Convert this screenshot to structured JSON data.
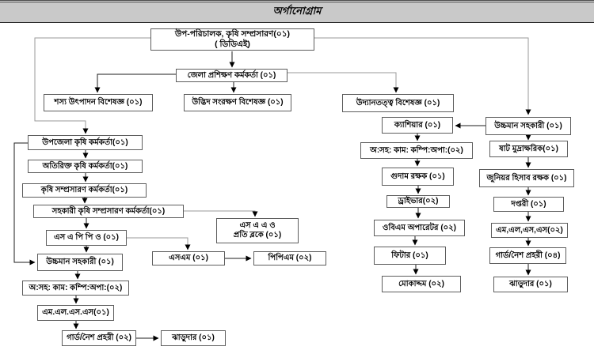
{
  "title": "অর্গানোগ্রাম",
  "colors": {
    "title_bar_bg": "#c9c9c9",
    "box_border": "#5d5d5d",
    "connector_dark": "#1c1c1c",
    "connector_gray": "#9a9a9a",
    "arrowhead": "#000000"
  },
  "nodes": {
    "dd": {
      "line1": "উপ-পরিচালক, কৃষি সম্প্রসারণ(০১)",
      "line2": "( ডিডিএই)"
    },
    "dto": {
      "label": "জেলা প্রশিক্ষণ কর্মকর্তা (০১)"
    },
    "crop_specialist": {
      "label": "শস্য উৎপাদন বিশেষজ্ঞ (০১)"
    },
    "plant_protection_specialist": {
      "label": "উদ্ভিদ সংরক্ষণ বিশেষজ্ঞ  (০১)"
    },
    "horticulture_specialist": {
      "label": "উদ্যানতত্ত্ব বিশেষজ্ঞ (০১)"
    },
    "uao": {
      "label": "উপজেলা কৃষি কর্মকর্তা(০১)"
    },
    "addl_ao": {
      "label": "অতিরিক্ত কৃষি কর্মকর্তা(০১)"
    },
    "aeo": {
      "label": "কৃষি সম্প্রসারণ কর্মকর্তা(০১)"
    },
    "asst_aeo": {
      "label": "সহকারী কৃষি সম্প্রসারণ কর্মকর্তা(০১)"
    },
    "sappo": {
      "label": "এস এ পি পি ও (০১)"
    },
    "saao": {
      "line1": "এস এ এ ও",
      "line2": "প্রতি ব্লকে (০১)"
    },
    "sm": {
      "label": "এসএম (০১)"
    },
    "ppm": {
      "label": "পিপিএম (০২)"
    },
    "ucs_left": {
      "label": "উচ্চমান সহকারী  (০১)"
    },
    "asst_computer_left": {
      "label": "অ:সহ: কাম: কম্পি:অপা:(০২)"
    },
    "mlss_left": {
      "label": "এম.এল.এস.এস(০১)"
    },
    "guard_left": {
      "label": "গার্ড/নৈশ প্রহরী (০২)"
    },
    "sweeper_left": {
      "label": "ঝাড়ুদার (০১)"
    },
    "cashier": {
      "label": "ক্যাশিয়ার (০১)"
    },
    "ucs_right": {
      "label": "উচ্চমান সহকারী  (০১)"
    },
    "asst_computer_right": {
      "label": "অ:সহ: কাম: কম্পি:অপা:(০২)"
    },
    "typist": {
      "label": "ষাট মুদ্রাক্ষরিক(০১)"
    },
    "store_keeper": {
      "label": "গুদাম রক্ষক (০১)"
    },
    "junior_accountant": {
      "label": "জুনিয়র হিসাব রক্ষক (০১)"
    },
    "driver": {
      "label": "ড্রাইভার(০২)"
    },
    "daftari": {
      "label": "দপ্তরী (০১)"
    },
    "obm_operator": {
      "label": "ওবিএম অপারেটর (০২)"
    },
    "mlss_right": {
      "label": "এম,এল,এস,এস(০২)"
    },
    "fitter": {
      "label": "ফিটার (০১)"
    },
    "guard_right": {
      "label": "গার্ড/নৈশ প্রহরী (০৪)"
    },
    "mokaddam": {
      "label": "মোকাদ্দম (০২)"
    },
    "sweeper_right": {
      "label": "ঝাড়ুদার (০১)"
    }
  }
}
